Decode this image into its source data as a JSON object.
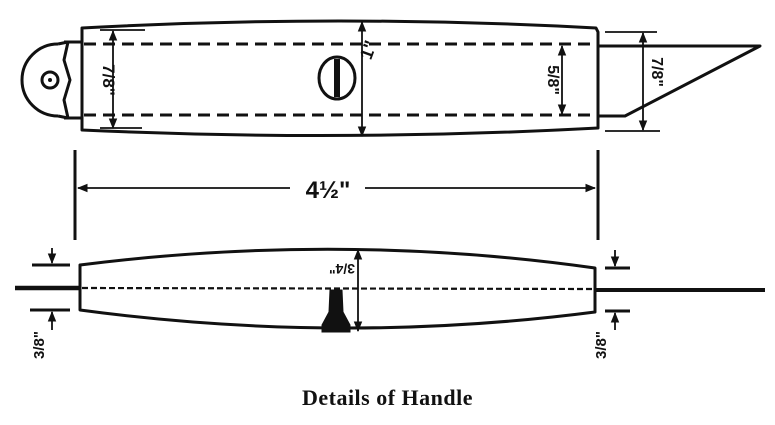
{
  "caption": "Details of Handle",
  "dimensions": {
    "top_left_height": "7/8\"",
    "top_center_height": "1\"",
    "top_bore_height": "5/8\"",
    "blade_height": "7/8\"",
    "overall_length": "4½\"",
    "bottom_center_height": "3/4\"",
    "bottom_left_end": "3/8\"",
    "bottom_right_end": "3/8\""
  }
}
